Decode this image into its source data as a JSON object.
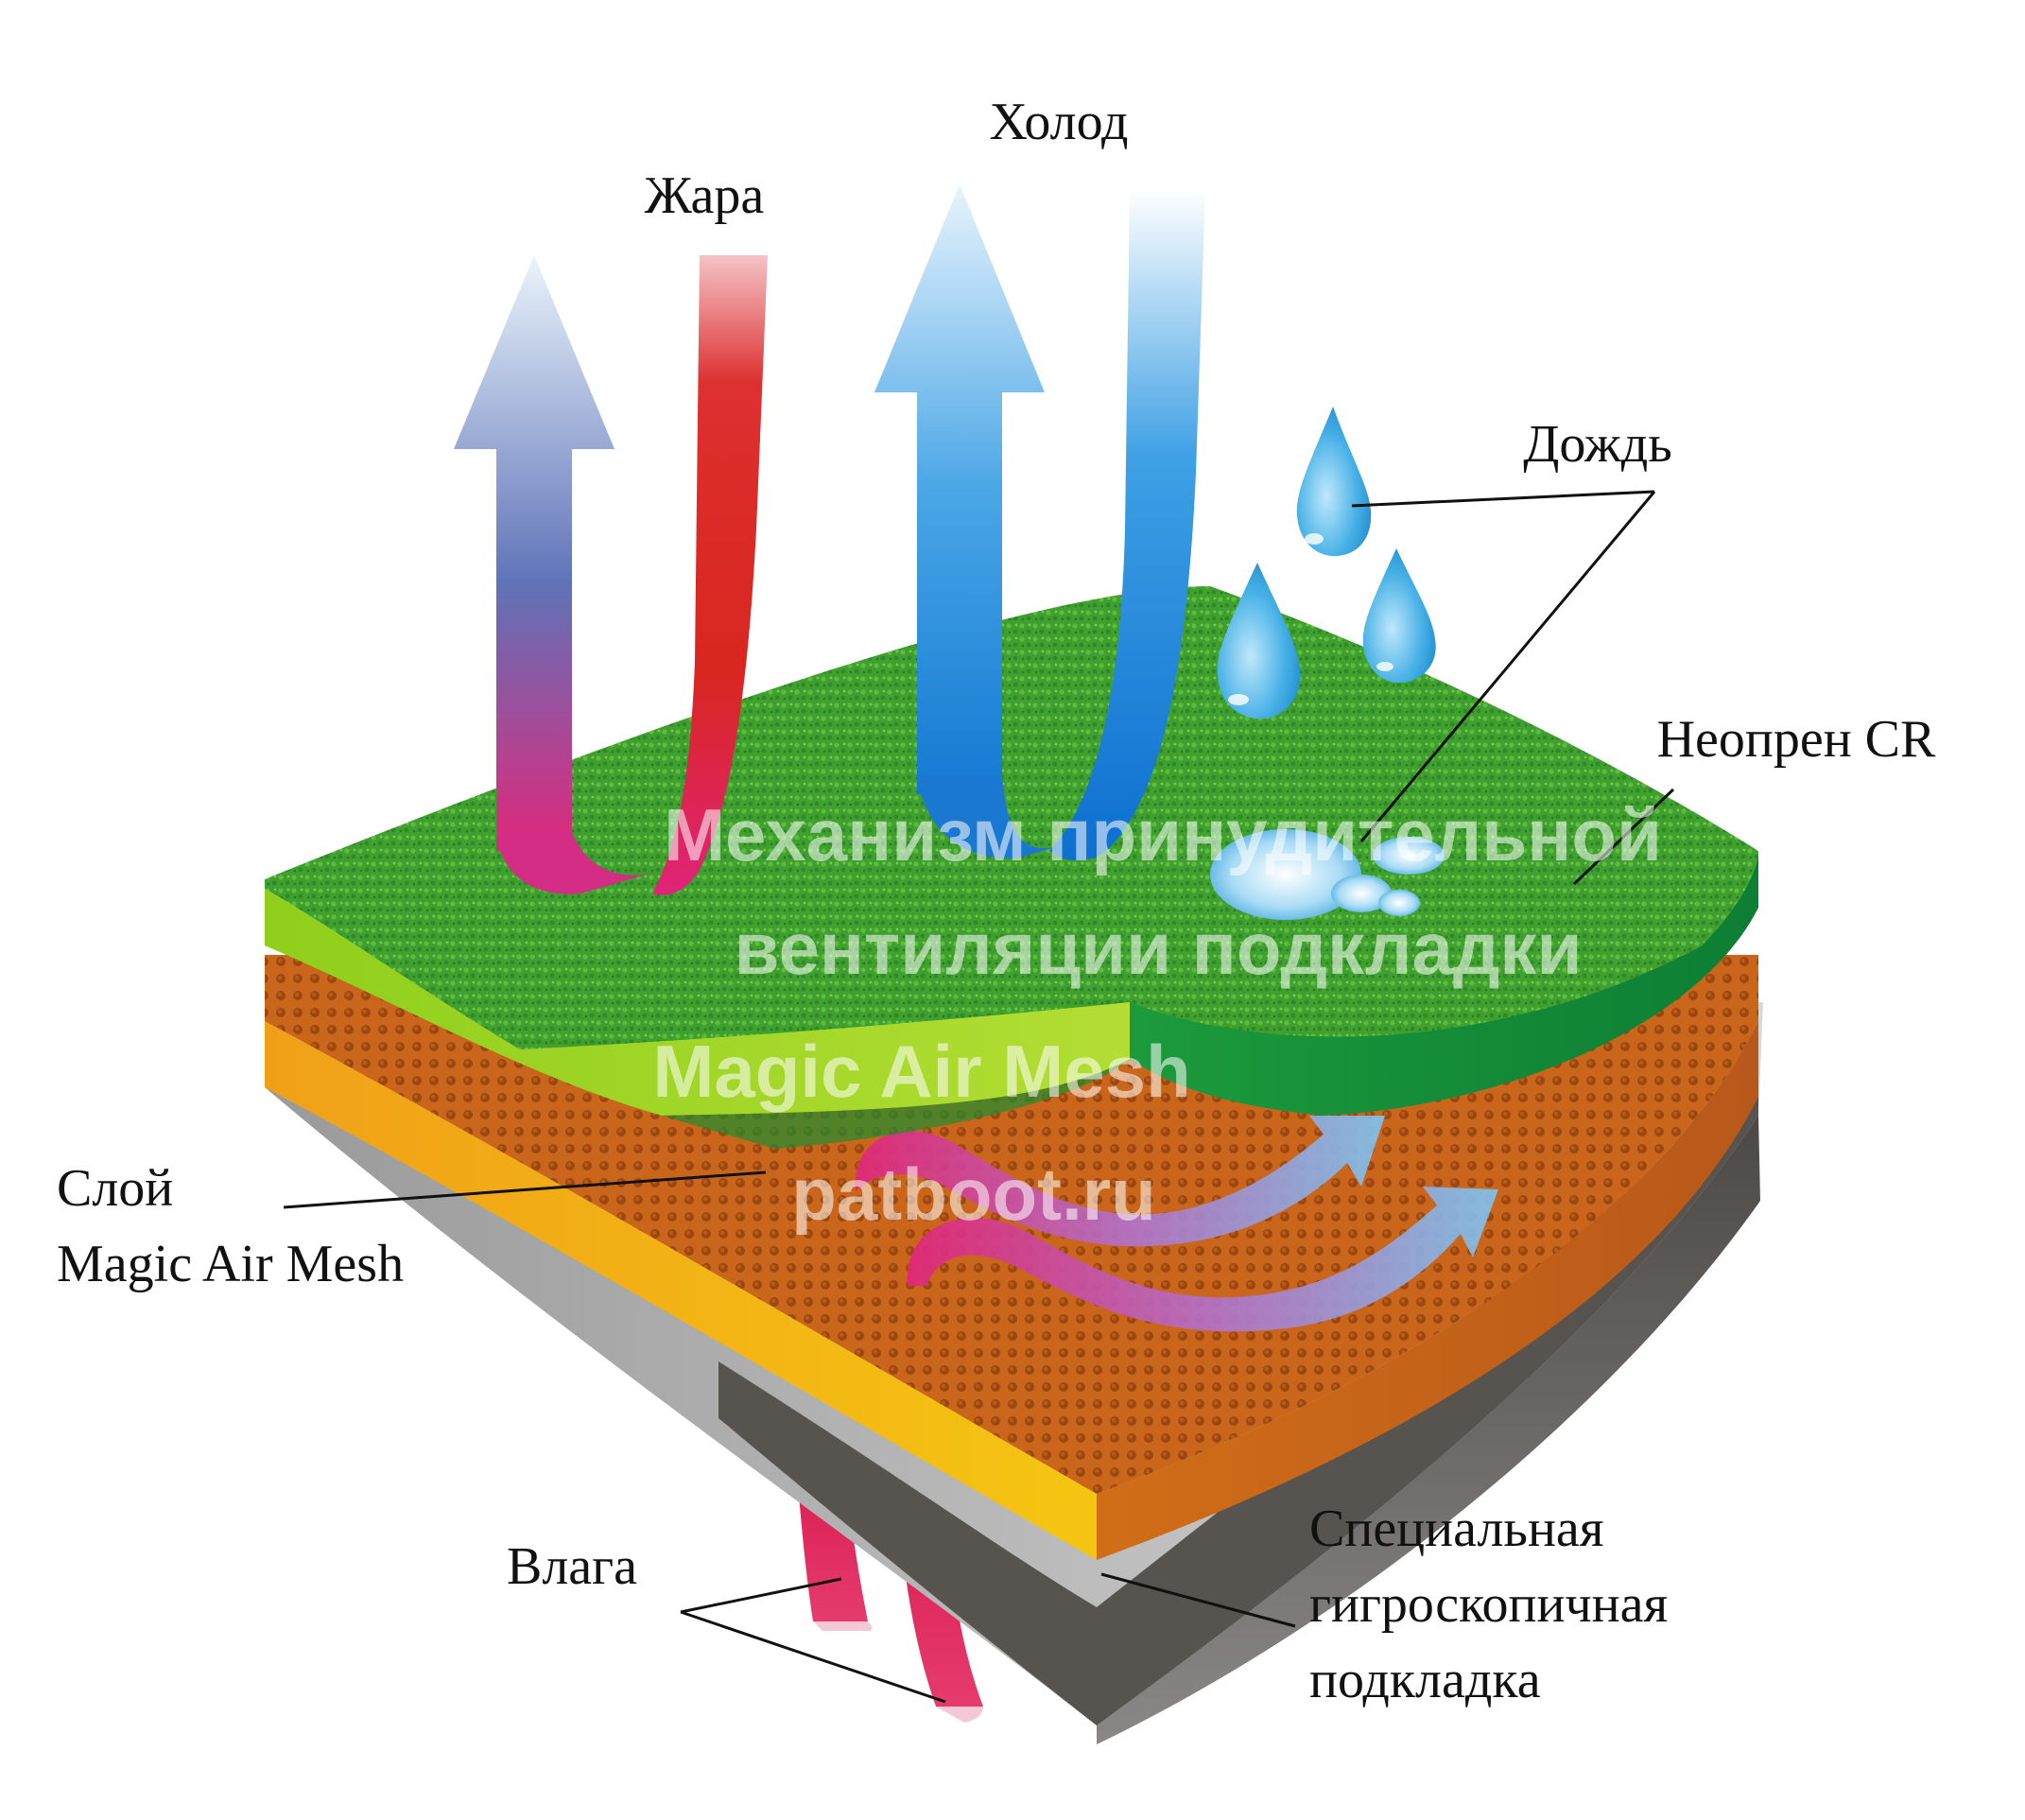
{
  "labels": {
    "heat": "Жара",
    "cold": "Холод",
    "rain": "Дождь",
    "neoprene": "Неопрен CR",
    "mesh_line1": "Слой",
    "mesh_line2": "Magic Air Mesh",
    "moisture": "Влага",
    "lining_line1": "Специальная",
    "lining_line2": "гигроскопичная",
    "lining_line3": "подкладка"
  },
  "watermark": {
    "line1": "Механизм принудительной",
    "line2": "вентиляции подкладки",
    "line3": "Magic Air Mesh",
    "line4": "patboot.ru"
  },
  "colors": {
    "neoprene_top": "#3aa12e",
    "neoprene_edge_light": "#8fcf1c",
    "neoprene_edge_dark": "#0f8a3a",
    "mesh_layer": "#c9661c",
    "mesh_edge": "#f2a512",
    "lining_gray": "#5f5a56",
    "heat_red": "#d9261f",
    "cold_blue": "#1c84d6",
    "moisture_pink": "#d81b5a",
    "air_flow": "#b13ea6"
  }
}
